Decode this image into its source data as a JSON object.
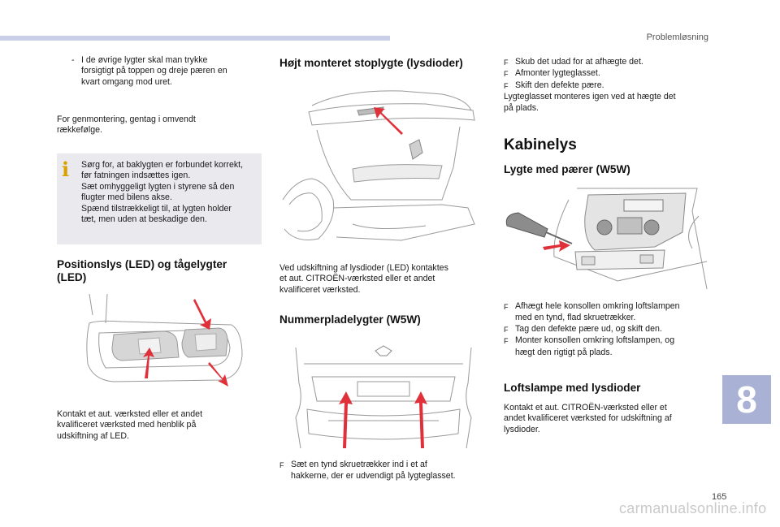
{
  "header": {
    "section": "Problemløsning",
    "page_number": "165",
    "chapter_tab": "8"
  },
  "col1": {
    "bullet": "I de øvrige lygter skal man trykke",
    "bullet_cont1": "forsigtigt på toppen og dreje pæren en",
    "bullet_cont2": "kvart omgang mod uret.",
    "p1_l1": "For genmontering, gentag i omvendt",
    "p1_l2": "rækkefølge.",
    "info_l1": "Sørg for, at baklygten er forbundet korrekt,",
    "info_l2": "før fatningen indsættes igen.",
    "info_l3": "Sæt omhyggeligt lygten i styrene så den",
    "info_l4": "flugter med bilens akse.",
    "info_l5": "Spænd tilstrækkeligt til, at lygten holder",
    "info_l6": "tæt, men uden at beskadige den.",
    "heading_l1": "Positionslys (LED) og tågelygter",
    "heading_l2": "(LED)",
    "p2_l1": "Kontakt et aut. værksted eller et andet",
    "p2_l2": "kvalificeret værksted med henblik på",
    "p2_l3": "udskiftning af LED."
  },
  "col2": {
    "heading1": "Højt monteret stoplygte (lysdioder)",
    "p1_l1": "Ved udskiftning af lysdioder (LED) kontaktes",
    "p1_l2": "et aut. CITROËN-værksted eller et andet",
    "p1_l3": "kvalificeret værksted.",
    "heading2": "Nummerpladelygter (W5W)",
    "bullet_l1": "Sæt en tynd skruetrækker ind i et af",
    "bullet_l2": "hakkerne, der er udvendigt på lygteglasset."
  },
  "col3": {
    "b1": "Skub det udad for at afhægte det.",
    "b2": "Afmonter lygteglasset.",
    "b3": "Skift den defekte pære.",
    "p1_l1": "Lygteglasset monteres igen ved at hægte det",
    "p1_l2": "på plads.",
    "title": "Kabinelys",
    "heading1": "Lygte med pærer (W5W)",
    "c_b1_l1": "Afhægt hele konsollen omkring loftslampen",
    "c_b1_l2": "med en tynd, flad skruetrækker.",
    "c_b2": "Tag den defekte pære ud, og skift den.",
    "c_b3_l1": "Monter konsollen omkring loftslampen, og",
    "c_b3_l2": "hægt den rigtigt på plads.",
    "heading2": "Loftslampe med lysdioder",
    "p2_l1": "Kontakt et aut. CITROËN-værksted eller et",
    "p2_l2": "andet kvalificeret værksted for udskiftning af",
    "p2_l3": "lysdioder."
  },
  "bullet_glyph": "F",
  "dash": "-",
  "info_glyph": "i",
  "watermark": "carmanualsonline.info",
  "colors": {
    "accent_bar": "#c8cfe6",
    "chapter_tab": "#a9b1d4",
    "info_box": "#e9e9ee",
    "info_icon": "#d9a100",
    "arrow_red": "#e0303a"
  }
}
